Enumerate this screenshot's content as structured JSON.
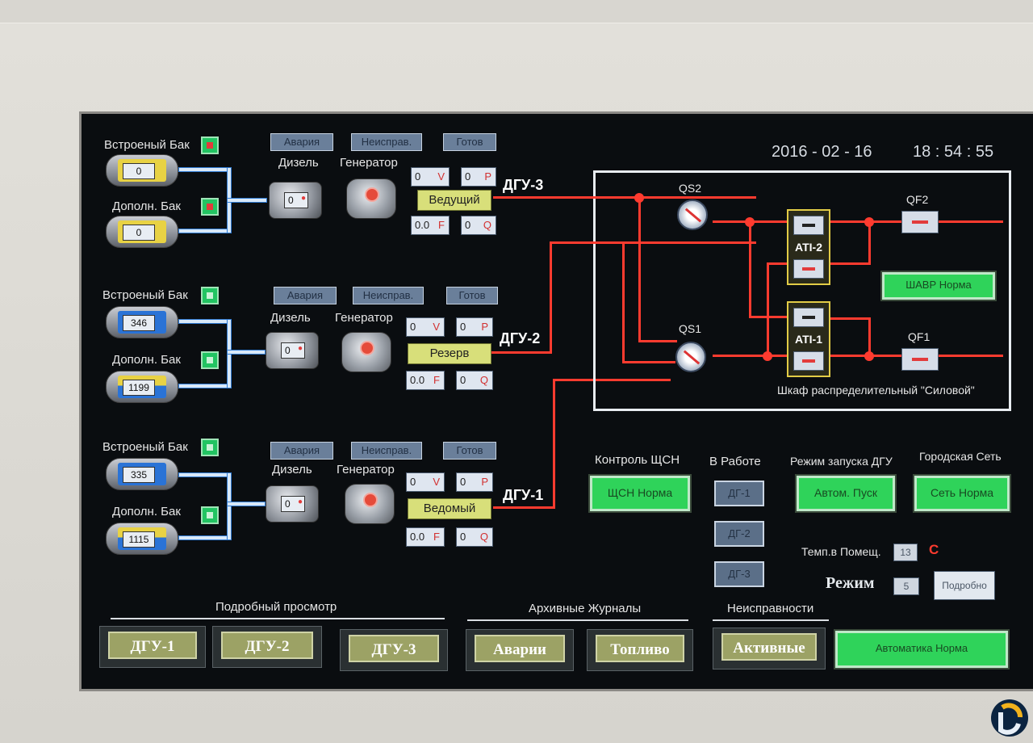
{
  "datetime": {
    "date": "2016 - 02 - 16",
    "time": "18 : 54 : 55"
  },
  "units": [
    {
      "id": "dgu3",
      "name": "ДГУ-3",
      "mode": "Ведущий",
      "tank_main_label": "Встроеный Бак",
      "tank_main_value": "0",
      "tank_extra_label": "Дополн. Бак",
      "tank_extra_value": "0",
      "diesel_label": "Дизель",
      "generator_label": "Генератор",
      "engine_value": "0",
      "tags": [
        "Авария",
        "Неисправ.",
        "Готов"
      ],
      "v": "0",
      "p": "0",
      "f": "0.0",
      "q": "0",
      "u_v": "V",
      "u_p": "P",
      "u_f": "F",
      "u_q": "Q"
    },
    {
      "id": "dgu2",
      "name": "ДГУ-2",
      "mode": "Резерв",
      "tank_main_label": "Встроеный Бак",
      "tank_main_value": "346",
      "tank_extra_label": "Дополн. Бак",
      "tank_extra_value": "1199",
      "diesel_label": "Дизель",
      "generator_label": "Генератор",
      "engine_value": "0",
      "tags": [
        "Авария",
        "Неисправ.",
        "Готов"
      ],
      "v": "0",
      "p": "0",
      "f": "0.0",
      "q": "0",
      "u_v": "V",
      "u_p": "P",
      "u_f": "F",
      "u_q": "Q"
    },
    {
      "id": "dgu1",
      "name": "ДГУ-1",
      "mode": "Ведомый",
      "tank_main_label": "Встроеный Бак",
      "tank_main_value": "335",
      "tank_extra_label": "Дополн. Бак",
      "tank_extra_value": "1115",
      "diesel_label": "Дизель",
      "generator_label": "Генератор",
      "engine_value": "0",
      "tags": [
        "Авария",
        "Неисправ.",
        "Готов"
      ],
      "v": "0",
      "p": "0",
      "f": "0.0",
      "q": "0",
      "u_v": "V",
      "u_p": "P",
      "u_f": "F",
      "u_q": "Q"
    }
  ],
  "cabinet": {
    "caption": "Шкаф распределительный \"Силовой\"",
    "qs2": "QS2",
    "qs1": "QS1",
    "ati2": "ATI-2",
    "ati1": "ATI-1",
    "qf2": "QF2",
    "qf1": "QF1",
    "shavr_status": "ШАВР Норма"
  },
  "control": {
    "shsn_title": "Контроль ЩСН",
    "shsn_btn": "ЩСН Норма",
    "working_title": "В Работе",
    "df": [
      "ДГ-1",
      "ДГ-2",
      "ДГ-3"
    ],
    "start_mode_title": "Режим запуска ДГУ",
    "start_mode_btn": "Автом. Пуск",
    "city_title": "Городская Сеть",
    "city_btn": "Сеть Норма",
    "temp_label": "Темп.в Помещ.",
    "temp_value": "13",
    "temp_unit": "C",
    "mode_label": "Режим",
    "mode_value": "5",
    "details_btn": "Подробно"
  },
  "footer": {
    "detail_title": "Подробный просмотр",
    "archive_title": "Архивные Журналы",
    "faults_title": "Неисправности",
    "buttons": {
      "dgu1": "ДГУ-1",
      "dgu2": "ДГУ-2",
      "dgu3": "ДГУ-3",
      "alarms": "Аварии",
      "fuel": "Топливо",
      "active": "Активные"
    },
    "automation_status": "Автоматика Норма"
  },
  "colors": {
    "bus": "#ff3b2f",
    "status_green": "#2fd35a",
    "frame": "#d8d6d0"
  },
  "icons": {
    "engine": "engine-icon",
    "generator": "generator-icon",
    "switch": "breaker-icon",
    "logo": "logo-icon"
  }
}
